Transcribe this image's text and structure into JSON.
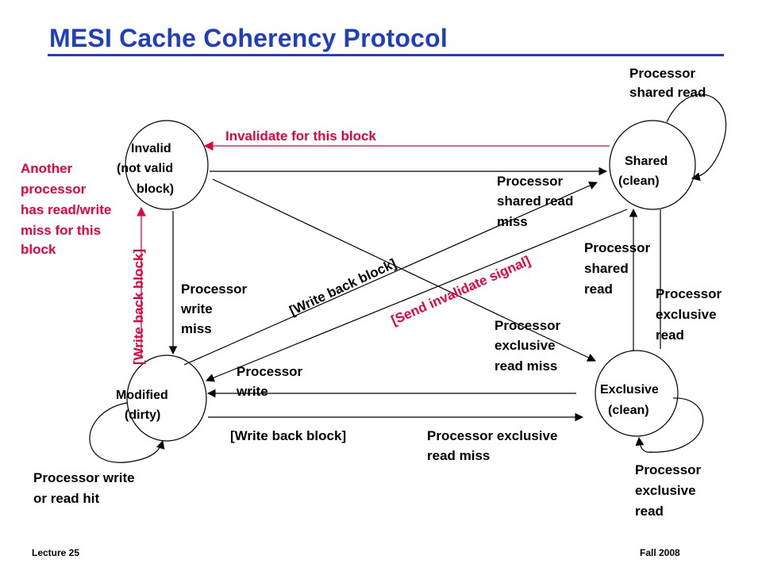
{
  "slide": {
    "title": "MESI Cache Coherency Protocol",
    "footer_left": "Lecture 25",
    "footer_right": "Fall 2008"
  },
  "states": {
    "invalid": [
      "Invalid",
      "(not valid",
      "block)"
    ],
    "shared": [
      "Shared",
      "(clean)"
    ],
    "modified": [
      "Modified",
      "(dirty)"
    ],
    "exclusive": [
      "Exclusive",
      "(clean)"
    ]
  },
  "labels": {
    "invalidate_for_block": "Invalidate for this block",
    "another_processor": [
      "Another",
      "processor",
      "has read/write",
      "miss for this",
      "block"
    ],
    "write_back_vertical": "[Write back block]",
    "processor_shared_read_top": [
      "Processor",
      "shared read"
    ],
    "processor_shared_read_miss": [
      "Processor",
      "shared read",
      "miss"
    ],
    "processor_write_miss": [
      "Processor",
      "write",
      "miss"
    ],
    "write_back_diagonal": "[Write back block]",
    "send_invalidate_signal": "[Send invalidate signal]",
    "processor_shared_read_right": [
      "Processor",
      "shared",
      "read"
    ],
    "processor_exclusive_read_right": [
      "Processor",
      "exclusive",
      "read"
    ],
    "processor_exclusive_read_miss_mid": [
      "Processor",
      "exclusive",
      "read miss"
    ],
    "processor_write": [
      "Processor",
      "write"
    ],
    "write_back_bottom": "[Write back block]",
    "processor_exclusive_read_miss_bottom": [
      "Processor exclusive",
      "read miss"
    ],
    "processor_write_or_read_hit": [
      "Processor write",
      "or read hit"
    ],
    "processor_exclusive_read_bottom": [
      "Processor",
      "exclusive",
      "read"
    ]
  },
  "colors": {
    "title": "#1f3fbf",
    "invalidate": "#e8003c",
    "line": "#000000"
  }
}
